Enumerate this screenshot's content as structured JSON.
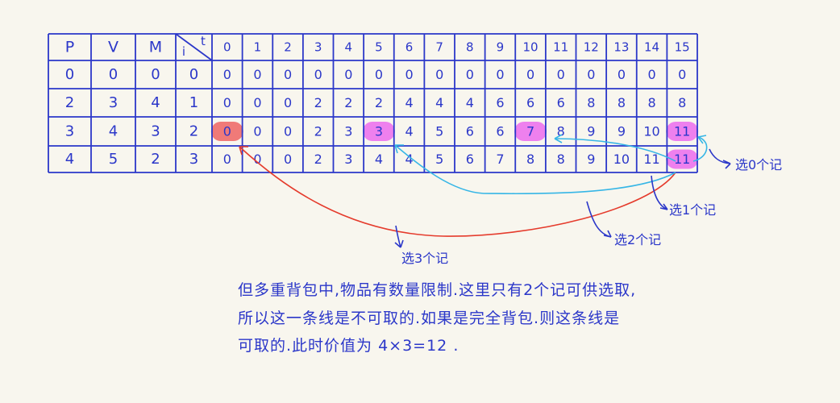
{
  "table": {
    "item_headers": [
      "P",
      "V",
      "M"
    ],
    "corner": {
      "row_label": "i",
      "col_label": "t"
    },
    "capacities": [
      "0",
      "1",
      "2",
      "3",
      "4",
      "5",
      "6",
      "7",
      "8",
      "9",
      "10",
      "11",
      "12",
      "13",
      "14",
      "15"
    ],
    "items": [
      {
        "p": "0",
        "v": "0",
        "m": "0"
      },
      {
        "p": "2",
        "v": "3",
        "m": "4"
      },
      {
        "p": "3",
        "v": "4",
        "m": "3"
      },
      {
        "p": "4",
        "v": "5",
        "m": "2"
      }
    ],
    "rows": [
      {
        "i": "0",
        "values": [
          "0",
          "0",
          "0",
          "0",
          "0",
          "0",
          "0",
          "0",
          "0",
          "0",
          "0",
          "0",
          "0",
          "0",
          "0",
          "0"
        ]
      },
      {
        "i": "1",
        "values": [
          "0",
          "0",
          "0",
          "2",
          "2",
          "2",
          "4",
          "4",
          "4",
          "6",
          "6",
          "6",
          "8",
          "8",
          "8",
          "8"
        ]
      },
      {
        "i": "2",
        "values": [
          "0",
          "0",
          "0",
          "2",
          "3",
          "3",
          "4",
          "5",
          "6",
          "6",
          "7",
          "8",
          "9",
          "9",
          "10",
          "11"
        ]
      },
      {
        "i": "3",
        "values": [
          "0",
          "0",
          "0",
          "2",
          "3",
          "4",
          "4",
          "5",
          "6",
          "7",
          "8",
          "8",
          "9",
          "10",
          "11",
          "11"
        ]
      }
    ]
  },
  "highlights": [
    {
      "row": 2,
      "col": 0,
      "color": "#f07a78"
    },
    {
      "row": 2,
      "col": 5,
      "color": "#ee80ee"
    },
    {
      "row": 2,
      "col": 10,
      "color": "#ee80ee"
    },
    {
      "row": 2,
      "col": 15,
      "color": "#ee80ee"
    },
    {
      "row": 3,
      "col": 15,
      "color": "#ee80ee"
    }
  ],
  "annotations": {
    "pick0": "选0个记",
    "pick1": "选1个记",
    "pick2": "选2个记",
    "pick3": "选3个记"
  },
  "note_lines": [
    "但多重背包中,物品有数量限制.这里只有2个记可供选取,",
    "所以这一条线是不可取的.如果是完全背包.则这条线是",
    "可取的.此时价值为 4×3=12 ."
  ],
  "colors": {
    "ink": "#2b37c9",
    "red_line": "#e53b2c",
    "cyan_line": "#36b6e6",
    "background": "#f8f6ee"
  }
}
